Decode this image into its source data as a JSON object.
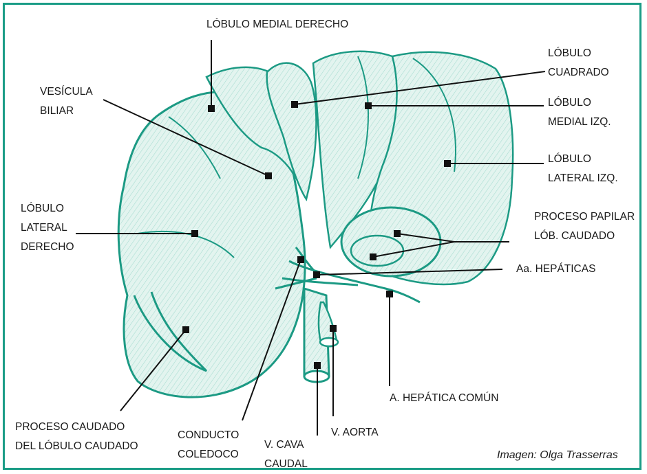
{
  "labels": {
    "lobulo_medial_derecho": "LÓBULO MEDIAL DERECHO",
    "lobulo_cuadrado": [
      "LÓBULO",
      "CUADRADO"
    ],
    "vesicula_biliar": [
      "VESÍCULA",
      "BILIAR"
    ],
    "lobulo_medial_izq": [
      "LÓBULO",
      "MEDIAL IZQ."
    ],
    "lobulo_lateral_izq": [
      "LÓBULO",
      "LATERAL IZQ."
    ],
    "lobulo_lateral_derecho": [
      "LÓBULO",
      "LATERAL",
      "DERECHO"
    ],
    "proceso_papilar": [
      "PROCESO PAPILAR",
      "LÓB. CAUDADO"
    ],
    "aa_hepaticas": "Aa. HEPÁTICAS",
    "a_hepatica_comun": "A. HEPÁTICA COMÚN",
    "proceso_caudado": [
      "PROCESO CAUDADO",
      "DEL LÓBULO CAUDADO"
    ],
    "conducto_coledoco": [
      "CONDUCTO",
      "COLEDOCO"
    ],
    "v_cava_caudal": [
      "V. CAVA",
      "CAUDAL"
    ],
    "v_aorta": "V. AORTA"
  },
  "credit": "Imagen: Olga Trasserras",
  "colors": {
    "border": "#1a9c86",
    "organ_stroke": "#1c9a84",
    "organ_fill": "#d9f0ea",
    "leader": "#111111"
  },
  "icons": {
    "organ": "liver-illustration"
  }
}
